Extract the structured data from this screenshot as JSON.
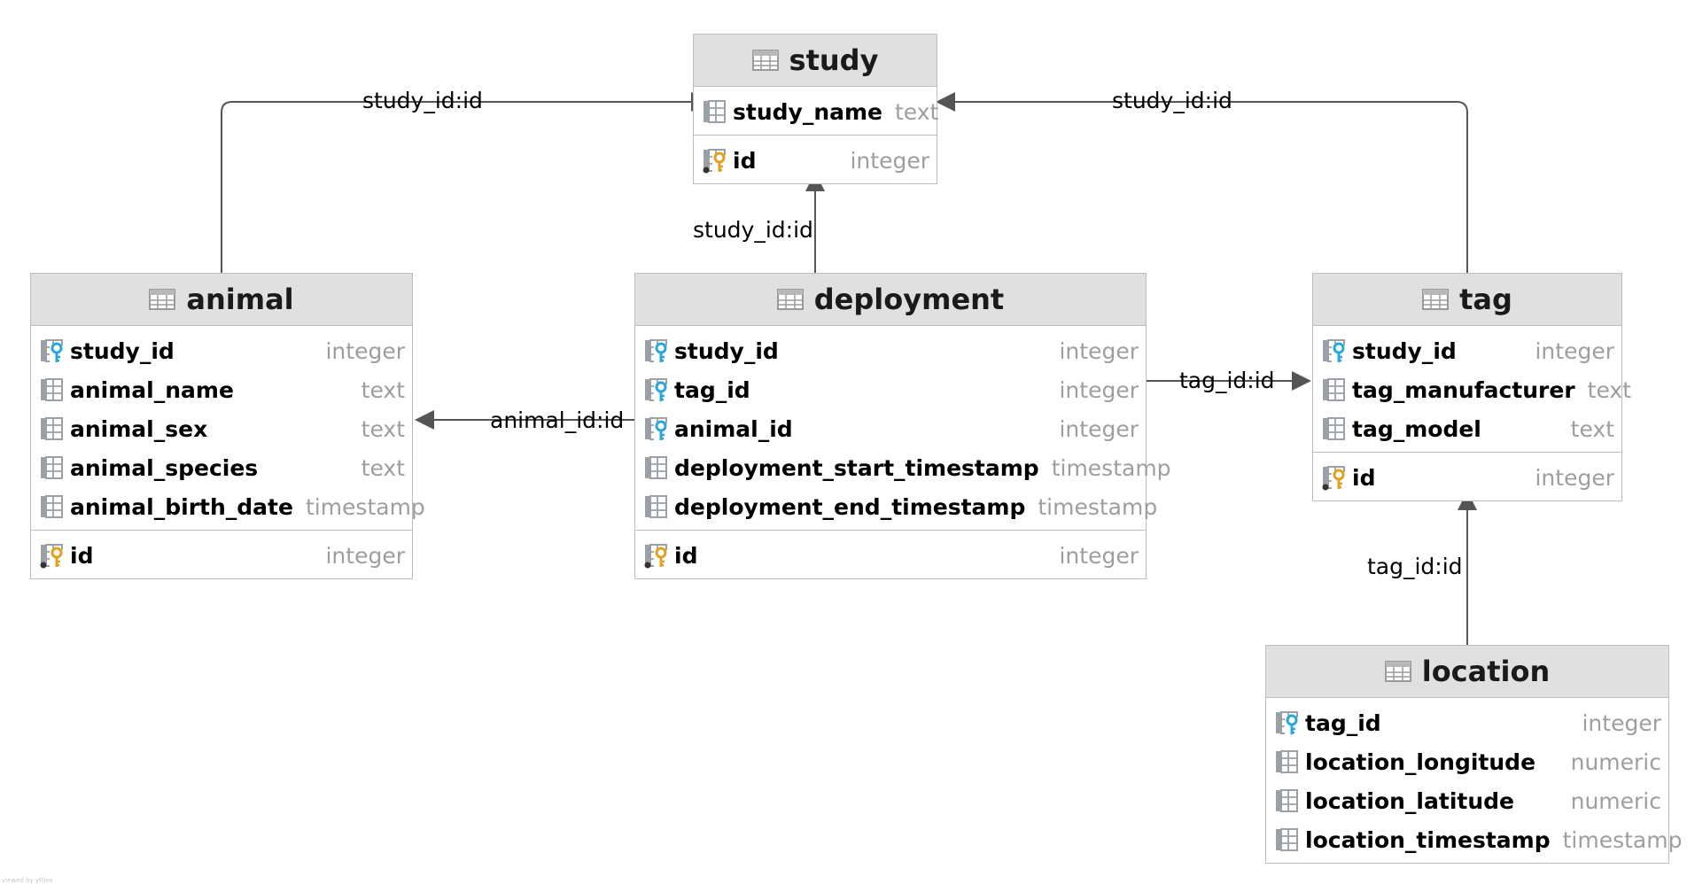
{
  "tables": {
    "study": {
      "name": "study",
      "columns": [
        {
          "name": "study_name",
          "type": "text",
          "kind": "column"
        }
      ],
      "keys": [
        {
          "name": "id",
          "type": "integer",
          "kind": "pk"
        }
      ]
    },
    "animal": {
      "name": "animal",
      "columns": [
        {
          "name": "study_id",
          "type": "integer",
          "kind": "fk"
        },
        {
          "name": "animal_name",
          "type": "text",
          "kind": "column"
        },
        {
          "name": "animal_sex",
          "type": "text",
          "kind": "column"
        },
        {
          "name": "animal_species",
          "type": "text",
          "kind": "column"
        },
        {
          "name": "animal_birth_date",
          "type": "timestamp",
          "kind": "column"
        }
      ],
      "keys": [
        {
          "name": "id",
          "type": "integer",
          "kind": "pk"
        }
      ]
    },
    "deployment": {
      "name": "deployment",
      "columns": [
        {
          "name": "study_id",
          "type": "integer",
          "kind": "fk"
        },
        {
          "name": "tag_id",
          "type": "integer",
          "kind": "fk"
        },
        {
          "name": "animal_id",
          "type": "integer",
          "kind": "fk"
        },
        {
          "name": "deployment_start_timestamp",
          "type": "timestamp",
          "kind": "column"
        },
        {
          "name": "deployment_end_timestamp",
          "type": "timestamp",
          "kind": "column"
        }
      ],
      "keys": [
        {
          "name": "id",
          "type": "integer",
          "kind": "pk"
        }
      ]
    },
    "tag": {
      "name": "tag",
      "columns": [
        {
          "name": "study_id",
          "type": "integer",
          "kind": "fk"
        },
        {
          "name": "tag_manufacturer",
          "type": "text",
          "kind": "column"
        },
        {
          "name": "tag_model",
          "type": "text",
          "kind": "column"
        }
      ],
      "keys": [
        {
          "name": "id",
          "type": "integer",
          "kind": "pk"
        }
      ]
    },
    "location": {
      "name": "location",
      "columns": [
        {
          "name": "tag_id",
          "type": "integer",
          "kind": "fk"
        },
        {
          "name": "location_longitude",
          "type": "numeric",
          "kind": "column"
        },
        {
          "name": "location_latitude",
          "type": "numeric",
          "kind": "column"
        },
        {
          "name": "location_timestamp",
          "type": "timestamp",
          "kind": "column"
        }
      ],
      "keys": []
    }
  },
  "relations": [
    {
      "id": "animal-study",
      "label": "study_id:id",
      "from": "animal",
      "to": "study"
    },
    {
      "id": "tag-study",
      "label": "study_id:id",
      "from": "tag",
      "to": "study"
    },
    {
      "id": "deployment-study",
      "label": "study_id:id",
      "from": "deployment",
      "to": "study"
    },
    {
      "id": "deployment-animal",
      "label": "animal_id:id",
      "from": "deployment",
      "to": "animal"
    },
    {
      "id": "deployment-tag",
      "label": "tag_id:id",
      "from": "deployment",
      "to": "tag"
    },
    {
      "id": "location-tag",
      "label": "tag_id:id",
      "from": "location",
      "to": "tag"
    }
  ],
  "colors": {
    "header_bg": "#e0e0e0",
    "border": "#bdbdbd",
    "edge": "#555555",
    "type_text": "#9e9e9e",
    "fk_key": "#29a8d8",
    "pk_key": "#e0a020"
  },
  "watermark": "viewed by yFiles"
}
